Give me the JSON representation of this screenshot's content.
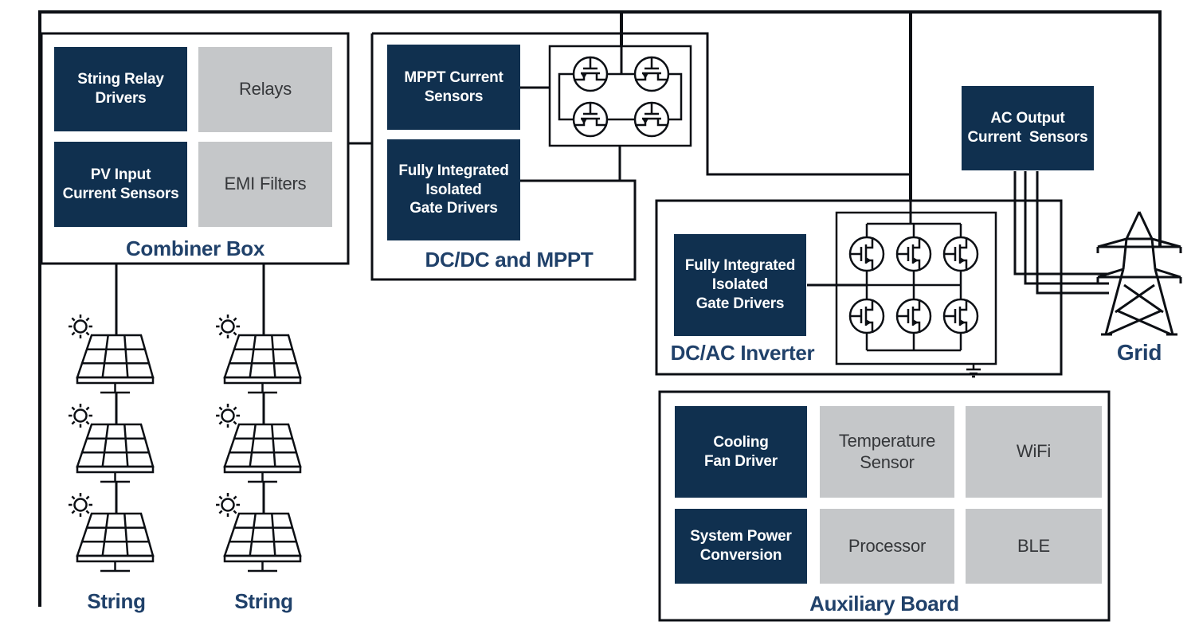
{
  "title": "PV String Inverter System Block Diagram",
  "colors": {
    "block_navy": "#10304f",
    "block_gray": "#c5c7c9",
    "section_label_navy": "#20416a",
    "line_black": "#0c0f14",
    "block_text_white": "#ffffff",
    "block_text_gray": "#35373a",
    "background": "#ffffff"
  },
  "blocks": {
    "string_relay_drivers": {
      "label": "String Relay\nDrivers"
    },
    "relays": {
      "label": "Relays"
    },
    "pv_input_current_sensors": {
      "label": "PV Input\nCurrent Sensors"
    },
    "emi_filters": {
      "label": "EMI Filters"
    },
    "mppt_current_sensors": {
      "label": "MPPT Current\nSensors"
    },
    "gate_drivers_dcdc": {
      "label": "Fully Integrated\nIsolated\nGate Drivers"
    },
    "gate_drivers_dcac": {
      "label": "Fully Integrated\nIsolated\nGate Drivers"
    },
    "ac_output_current_sensors": {
      "label": "AC Output\nCurrent  Sensors"
    },
    "cooling_fan_driver": {
      "label": "Cooling\nFan Driver"
    },
    "temperature_sensor": {
      "label": "Temperature\nSensor"
    },
    "wifi": {
      "label": "WiFi"
    },
    "system_power_conversion": {
      "label": "System Power\nConversion"
    },
    "processor": {
      "label": "Processor"
    },
    "ble": {
      "label": "BLE"
    }
  },
  "sections": {
    "combiner_box": {
      "label": "Combiner Box"
    },
    "dcdc_mppt": {
      "label": "DC/DC and MPPT"
    },
    "dcac_inverter": {
      "label": "DC/AC Inverter"
    },
    "auxiliary_board": {
      "label": "Auxiliary Board"
    },
    "string_left": {
      "label": "String"
    },
    "string_right": {
      "label": "String"
    },
    "grid": {
      "label": "Grid"
    }
  },
  "icons": {
    "solar_panel": "solar-panel-icon",
    "sun": "sun-icon",
    "mosfet": "mosfet-symbol-icon",
    "transmission_tower": "transmission-tower-icon",
    "ground": "ground-symbol-icon"
  }
}
